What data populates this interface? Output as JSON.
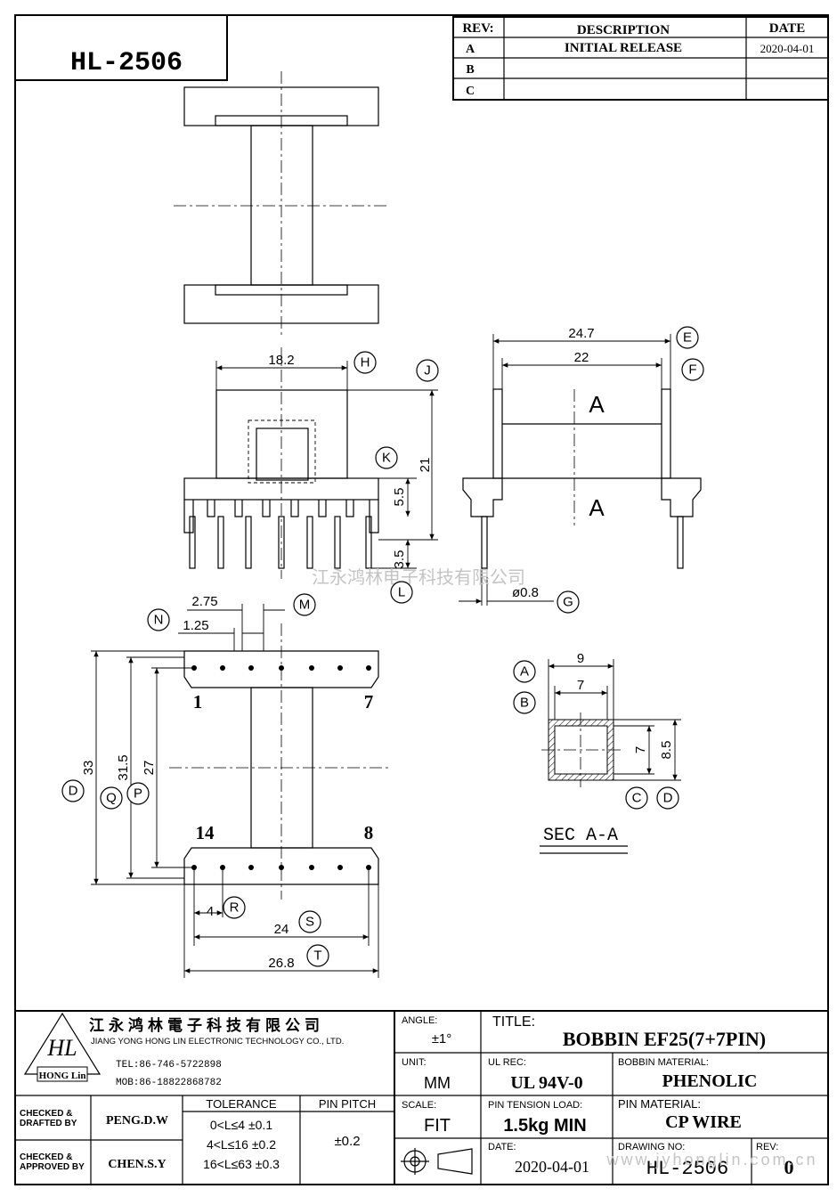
{
  "part_number": "HL-2506",
  "revision_table": {
    "headers": {
      "rev": "REV:",
      "description": "DESCRIPTION",
      "date": "DATE"
    },
    "rows": [
      {
        "rev": "A",
        "description": "INITIAL RELEASE",
        "date": "2020-04-01"
      },
      {
        "rev": "B",
        "description": "",
        "date": ""
      },
      {
        "rev": "C",
        "description": "",
        "date": ""
      }
    ]
  },
  "dimensions": {
    "front_width": "18.2",
    "front_height": "21",
    "pin_base_height": "5.5",
    "pin_length": "3.5",
    "side_outer_width": "24.7",
    "side_inner_width": "22",
    "pin_diameter": "ø0.8",
    "pin_offset_a": "2.75",
    "pin_offset_b": "1.25",
    "overall_length": "33",
    "row_span_q": "31.5",
    "row_span_p": "27",
    "pin_pitch_dim": "4",
    "pin_row_span": "24",
    "overall_width": "26.8",
    "section_outer": "9",
    "section_inner": "7",
    "section_inner_h": "7",
    "section_outer_h": "8.5"
  },
  "section_letter": "A",
  "section_label": "SEC  A-A",
  "balloons": [
    "H",
    "J",
    "K",
    "L",
    "E",
    "F",
    "G",
    "N",
    "M",
    "A",
    "B",
    "C",
    "D",
    "D",
    "Q",
    "P",
    "R",
    "S",
    "T"
  ],
  "pin_numbers": {
    "top_left": "1",
    "top_right": "7",
    "bottom_left": "14",
    "bottom_right": "8"
  },
  "watermark": "江永鸿林电子科技有限公司",
  "title_block": {
    "company_cn": "江永鸿林電子科技有限公司",
    "company_en": "JIANG YONG HONG LIN ELECTRONIC TECHNOLOGY CO., LTD.",
    "logo_mark": "HL",
    "logo_text": "HONG Lin",
    "tel": "TEL:86-746-5722898",
    "mob": "MOB:86-18822868782",
    "checked_drafted_label": "CHECKED & DRAFTED BY",
    "checked_drafted_by": "PENG.D.W",
    "checked_approved_label": "CHECKED & APPROVED BY",
    "checked_approved_by": "CHEN.S.Y",
    "tolerance_label": "TOLERANCE",
    "tolerance_rows": [
      "0<L≤4  ±0.1",
      "4<L≤16 ±0.2",
      "16<L≤63 ±0.3"
    ],
    "pin_pitch_label": "PIN PITCH",
    "pin_pitch_value": "±0.2",
    "angle_label": "ANGLE:",
    "angle_value": "±1°",
    "unit_label": "UNIT:",
    "unit_value": "MM",
    "scale_label": "SCALE:",
    "scale_value": "FIT",
    "title_label": "TITLE:",
    "title_value": "BOBBIN   EF25(7+7PIN)",
    "ul_label": "UL REC:",
    "ul_value": "UL 94V-0",
    "bobbin_material_label": "BOBBIN MATERIAL:",
    "bobbin_material_value": "PHENOLIC",
    "pin_tension_label": "PIN TENSION LOAD:",
    "pin_tension_value": "1.5kg MIN",
    "pin_material_label": "PIN MATERIAL:",
    "pin_material_value": "CP WIRE",
    "date_label": "DATE:",
    "date_value": "2020-04-01",
    "drawing_no_label": "DRAWING NO:",
    "drawing_no_value": "HL-2506",
    "rev_label": "REV:",
    "rev_value": "0",
    "footer_watermark": "www.jyhonglin.com.cn"
  }
}
